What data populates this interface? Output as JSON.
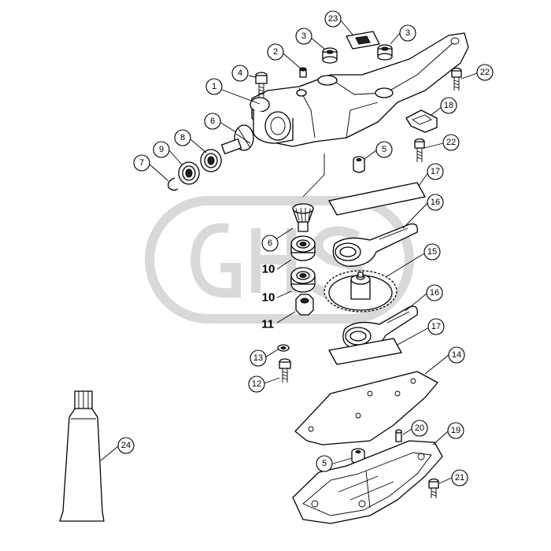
{
  "diagram": {
    "callouts": [
      {
        "id": "c1",
        "label": "1"
      },
      {
        "id": "c2",
        "label": "2"
      },
      {
        "id": "c3a",
        "label": "3"
      },
      {
        "id": "c3b",
        "label": "3"
      },
      {
        "id": "c4",
        "label": "4"
      },
      {
        "id": "c5a",
        "label": "5"
      },
      {
        "id": "c5b",
        "label": "5"
      },
      {
        "id": "c6a",
        "label": "6"
      },
      {
        "id": "c6b",
        "label": "6"
      },
      {
        "id": "c7",
        "label": "7"
      },
      {
        "id": "c8",
        "label": "8"
      },
      {
        "id": "c9",
        "label": "9"
      },
      {
        "id": "c12",
        "label": "12"
      },
      {
        "id": "c13",
        "label": "13"
      },
      {
        "id": "c14",
        "label": "14"
      },
      {
        "id": "c15",
        "label": "15"
      },
      {
        "id": "c16a",
        "label": "16"
      },
      {
        "id": "c16b",
        "label": "16"
      },
      {
        "id": "c17a",
        "label": "17"
      },
      {
        "id": "c17b",
        "label": "17"
      },
      {
        "id": "c18",
        "label": "18"
      },
      {
        "id": "c19",
        "label": "19"
      },
      {
        "id": "c20",
        "label": "20"
      },
      {
        "id": "c21",
        "label": "21"
      },
      {
        "id": "c22a",
        "label": "22"
      },
      {
        "id": "c22b",
        "label": "22"
      },
      {
        "id": "c23",
        "label": "23"
      },
      {
        "id": "c24",
        "label": "24"
      }
    ],
    "plain_labels": [
      {
        "id": "p10a",
        "label": "10"
      },
      {
        "id": "p10b",
        "label": "10"
      },
      {
        "id": "p11",
        "label": "11"
      }
    ],
    "watermark": "GHS"
  }
}
